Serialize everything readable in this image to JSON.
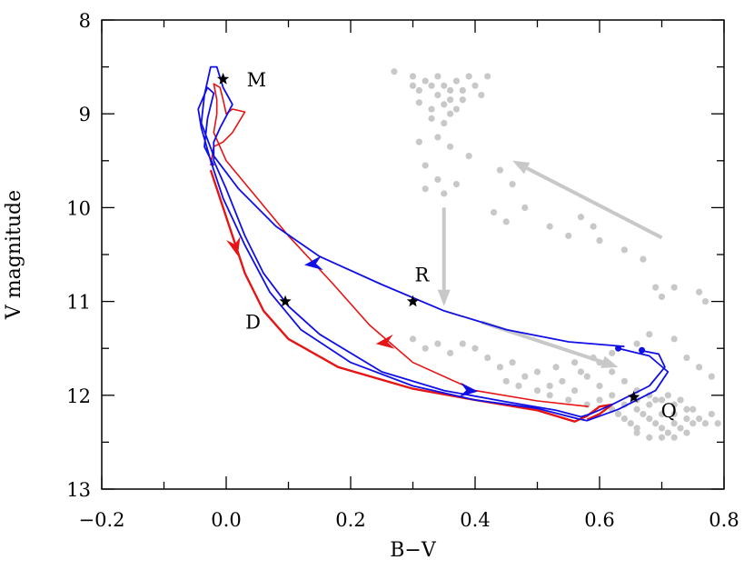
{
  "chart_data": {
    "type": "scatter",
    "title": "",
    "xlabel": "B−V",
    "ylabel": "V magnitude",
    "xlim": [
      -0.2,
      0.8
    ],
    "ylim": [
      13,
      8
    ],
    "y_inverted": true,
    "grid": false,
    "legend": "none",
    "x_major_ticks": [
      -0.2,
      0.0,
      0.2,
      0.4,
      0.6,
      0.8
    ],
    "x_tick_labels": [
      "−0.2",
      "0.0",
      "0.2",
      "0.4",
      "0.6",
      "0.8"
    ],
    "x_minor_ticks": [
      -0.1,
      0.1,
      0.3,
      0.5,
      0.7
    ],
    "y_major_ticks": [
      8,
      9,
      10,
      11,
      12,
      13
    ],
    "y_tick_labels": [
      "8",
      "9",
      "10",
      "11",
      "12",
      "13"
    ],
    "y_minor_ticks": [
      8.5,
      9.5,
      10.5,
      11.5,
      12.5
    ],
    "colors": {
      "blue": "#1010e6",
      "red": "#e61414",
      "gray": "#c8c8c8",
      "black": "#000000"
    },
    "labeled_points": [
      {
        "label": "M",
        "x": -0.005,
        "y": 8.63
      },
      {
        "label": "R",
        "x": 0.3,
        "y": 11.0
      },
      {
        "label": "D",
        "x": 0.095,
        "y": 11.0
      },
      {
        "label": "Q",
        "x": 0.655,
        "y": 12.02
      }
    ],
    "blue_dots": [
      {
        "x": 0.63,
        "y": 11.5
      },
      {
        "x": 0.668,
        "y": 11.52
      }
    ],
    "blue_track_outer": [
      [
        0.64,
        11.48
      ],
      [
        0.55,
        11.43
      ],
      [
        0.45,
        11.3
      ],
      [
        0.35,
        11.1
      ],
      [
        0.25,
        10.82
      ],
      [
        0.15,
        10.52
      ],
      [
        0.08,
        10.2
      ],
      [
        0.02,
        9.8
      ],
      [
        -0.02,
        9.45
      ],
      [
        -0.04,
        9.1
      ],
      [
        -0.035,
        8.8
      ],
      [
        -0.025,
        8.5
      ],
      [
        -0.015,
        8.5
      ],
      [
        -0.005,
        8.72
      ],
      [
        0.01,
        8.9
      ],
      [
        -0.01,
        9.15
      ],
      [
        -0.02,
        9.3
      ],
      [
        -0.02,
        9.5
      ],
      [
        0.0,
        9.8
      ],
      [
        0.03,
        10.3
      ],
      [
        0.06,
        10.7
      ],
      [
        0.1,
        11.05
      ],
      [
        0.15,
        11.35
      ],
      [
        0.25,
        11.75
      ],
      [
        0.35,
        11.95
      ],
      [
        0.45,
        12.07
      ],
      [
        0.53,
        12.16
      ],
      [
        0.57,
        12.23
      ],
      [
        0.585,
        12.2
      ],
      [
        0.62,
        12.1
      ],
      [
        0.68,
        11.9
      ],
      [
        0.705,
        11.7
      ],
      [
        0.695,
        11.56
      ],
      [
        0.664,
        11.52
      ]
    ],
    "blue_track_inner": [
      [
        0.63,
        11.5
      ],
      [
        0.68,
        11.58
      ],
      [
        0.71,
        11.75
      ],
      [
        0.69,
        11.95
      ],
      [
        0.63,
        12.15
      ],
      [
        0.58,
        12.27
      ],
      [
        0.565,
        12.25
      ],
      [
        0.5,
        12.14
      ],
      [
        0.4,
        12.05
      ],
      [
        0.3,
        11.9
      ],
      [
        0.2,
        11.65
      ],
      [
        0.12,
        11.3
      ],
      [
        0.07,
        10.9
      ],
      [
        0.03,
        10.4
      ],
      [
        -0.005,
        9.9
      ],
      [
        -0.025,
        9.5
      ],
      [
        -0.04,
        9.15
      ],
      [
        -0.045,
        8.95
      ],
      [
        -0.03,
        8.72
      ],
      [
        -0.02,
        8.78
      ],
      [
        -0.03,
        9.05
      ],
      [
        -0.035,
        9.35
      ],
      [
        -0.02,
        9.55
      ]
    ],
    "red_track_outer": [
      [
        0.582,
        12.12
      ],
      [
        0.5,
        12.06
      ],
      [
        0.4,
        11.95
      ],
      [
        0.3,
        11.65
      ],
      [
        0.23,
        11.25
      ],
      [
        0.17,
        10.8
      ],
      [
        0.1,
        10.3
      ],
      [
        0.05,
        9.9
      ],
      [
        0.0,
        9.5
      ],
      [
        -0.02,
        9.2
      ],
      [
        -0.015,
        9.0
      ],
      [
        -0.015,
        8.85
      ],
      [
        -0.02,
        8.68
      ],
      [
        -0.01,
        8.72
      ],
      [
        -0.005,
        8.85
      ],
      [
        0.0,
        9.0
      ],
      [
        0.01,
        8.95
      ],
      [
        0.03,
        8.98
      ],
      [
        0.01,
        9.2
      ],
      [
        -0.005,
        9.3
      ],
      [
        -0.02,
        9.35
      ],
      [
        -0.025,
        9.55
      ]
    ],
    "red_track_inner": [
      [
        -0.025,
        9.6
      ],
      [
        -0.01,
        9.9
      ],
      [
        0.01,
        10.3
      ],
      [
        0.03,
        10.7
      ],
      [
        0.06,
        11.1
      ],
      [
        0.1,
        11.4
      ],
      [
        0.18,
        11.7
      ],
      [
        0.3,
        11.93
      ],
      [
        0.4,
        12.05
      ],
      [
        0.5,
        12.16
      ],
      [
        0.56,
        12.28
      ],
      [
        0.58,
        12.22
      ],
      [
        0.6,
        12.12
      ],
      [
        0.62,
        12.1
      ],
      [
        0.6,
        12.2
      ],
      [
        0.58,
        12.26
      ]
    ],
    "arrowheads": [
      {
        "color": "blue",
        "x": 0.14,
        "y": 10.6,
        "dir": "left"
      },
      {
        "color": "blue",
        "x": 0.39,
        "y": 11.95,
        "dir": "right"
      },
      {
        "color": "red",
        "x": 0.255,
        "y": 11.44,
        "dir": "left"
      },
      {
        "color": "red",
        "x": 0.015,
        "y": 10.42,
        "dir": "down"
      }
    ],
    "gray_arrows": [
      {
        "from": [
          0.7,
          10.32
        ],
        "to": [
          0.46,
          9.5
        ]
      },
      {
        "from": [
          0.35,
          10.0
        ],
        "to": [
          0.35,
          11.05
        ]
      },
      {
        "from": [
          0.41,
          11.22
        ],
        "to": [
          0.63,
          11.7
        ]
      }
    ],
    "gray_points": [
      [
        0.27,
        8.55
      ],
      [
        0.3,
        8.6
      ],
      [
        0.31,
        8.75
      ],
      [
        0.32,
        8.65
      ],
      [
        0.33,
        8.7
      ],
      [
        0.34,
        8.8
      ],
      [
        0.35,
        8.7
      ],
      [
        0.36,
        8.75
      ],
      [
        0.37,
        8.65
      ],
      [
        0.38,
        8.75
      ],
      [
        0.39,
        8.6
      ],
      [
        0.4,
        8.7
      ],
      [
        0.31,
        8.88
      ],
      [
        0.33,
        8.95
      ],
      [
        0.35,
        8.9
      ],
      [
        0.37,
        8.95
      ],
      [
        0.38,
        8.85
      ],
      [
        0.42,
        8.6
      ],
      [
        0.3,
        8.7
      ],
      [
        0.34,
        8.6
      ],
      [
        0.36,
        8.85
      ],
      [
        0.41,
        8.8
      ],
      [
        0.33,
        9.05
      ],
      [
        0.35,
        9.1
      ],
      [
        0.36,
        9.0
      ],
      [
        0.32,
        9.8
      ],
      [
        0.35,
        9.85
      ],
      [
        0.37,
        9.75
      ],
      [
        0.34,
        9.7
      ],
      [
        0.31,
        9.3
      ],
      [
        0.34,
        9.25
      ],
      [
        0.36,
        9.35
      ],
      [
        0.39,
        9.45
      ],
      [
        0.32,
        9.55
      ],
      [
        0.44,
        9.6
      ],
      [
        0.46,
        9.75
      ],
      [
        0.48,
        10.0
      ],
      [
        0.43,
        10.05
      ],
      [
        0.45,
        10.15
      ],
      [
        0.52,
        10.2
      ],
      [
        0.55,
        10.3
      ],
      [
        0.57,
        10.1
      ],
      [
        0.59,
        10.2
      ],
      [
        0.6,
        10.35
      ],
      [
        0.64,
        10.45
      ],
      [
        0.67,
        10.55
      ],
      [
        0.69,
        10.85
      ],
      [
        0.7,
        10.95
      ],
      [
        0.72,
        10.85
      ],
      [
        0.76,
        10.9
      ],
      [
        0.77,
        11.0
      ],
      [
        0.3,
        11.4
      ],
      [
        0.32,
        11.5
      ],
      [
        0.34,
        11.45
      ],
      [
        0.36,
        11.55
      ],
      [
        0.38,
        11.45
      ],
      [
        0.4,
        11.5
      ],
      [
        0.42,
        11.6
      ],
      [
        0.44,
        11.7
      ],
      [
        0.46,
        11.65
      ],
      [
        0.48,
        11.8
      ],
      [
        0.5,
        11.75
      ],
      [
        0.52,
        11.9
      ],
      [
        0.54,
        11.85
      ],
      [
        0.56,
        11.95
      ],
      [
        0.58,
        11.8
      ],
      [
        0.6,
        11.9
      ],
      [
        0.62,
        11.75
      ],
      [
        0.64,
        11.85
      ],
      [
        0.66,
        11.95
      ],
      [
        0.68,
        12.0
      ],
      [
        0.7,
        12.05
      ],
      [
        0.72,
        12.1
      ],
      [
        0.74,
        12.15
      ],
      [
        0.76,
        12.25
      ],
      [
        0.78,
        12.2
      ],
      [
        0.62,
        12.15
      ],
      [
        0.63,
        12.2
      ],
      [
        0.64,
        12.25
      ],
      [
        0.65,
        12.3
      ],
      [
        0.66,
        12.35
      ],
      [
        0.67,
        12.2
      ],
      [
        0.68,
        12.25
      ],
      [
        0.69,
        12.3
      ],
      [
        0.7,
        12.35
      ],
      [
        0.71,
        12.4
      ],
      [
        0.72,
        12.3
      ],
      [
        0.73,
        12.35
      ],
      [
        0.74,
        12.4
      ],
      [
        0.75,
        12.3
      ],
      [
        0.64,
        12.1
      ],
      [
        0.66,
        12.15
      ],
      [
        0.68,
        12.1
      ],
      [
        0.7,
        12.2
      ],
      [
        0.72,
        12.2
      ],
      [
        0.74,
        12.25
      ],
      [
        0.66,
        12.4
      ],
      [
        0.68,
        12.45
      ],
      [
        0.7,
        12.45
      ],
      [
        0.72,
        12.45
      ],
      [
        0.66,
        12.05
      ],
      [
        0.69,
        12.05
      ],
      [
        0.71,
        12.0
      ],
      [
        0.73,
        12.05
      ],
      [
        0.75,
        12.15
      ],
      [
        0.77,
        12.3
      ],
      [
        0.79,
        12.3
      ],
      [
        0.6,
        12.05
      ],
      [
        0.62,
        12.0
      ],
      [
        0.58,
        12.1
      ],
      [
        0.55,
        12.05
      ],
      [
        0.52,
        12.0
      ],
      [
        0.5,
        11.95
      ],
      [
        0.47,
        11.9
      ],
      [
        0.45,
        11.85
      ],
      [
        0.53,
        11.7
      ],
      [
        0.56,
        11.65
      ],
      [
        0.59,
        11.6
      ],
      [
        0.62,
        11.55
      ],
      [
        0.66,
        11.45
      ],
      [
        0.68,
        11.35
      ],
      [
        0.72,
        11.4
      ],
      [
        0.74,
        11.6
      ],
      [
        0.76,
        11.7
      ],
      [
        0.78,
        11.8
      ],
      [
        0.6,
        11.65
      ],
      [
        0.57,
        11.75
      ]
    ],
    "text": {
      "label_M": "M",
      "label_R": "R",
      "label_D": "D",
      "label_Q": "Q"
    }
  }
}
